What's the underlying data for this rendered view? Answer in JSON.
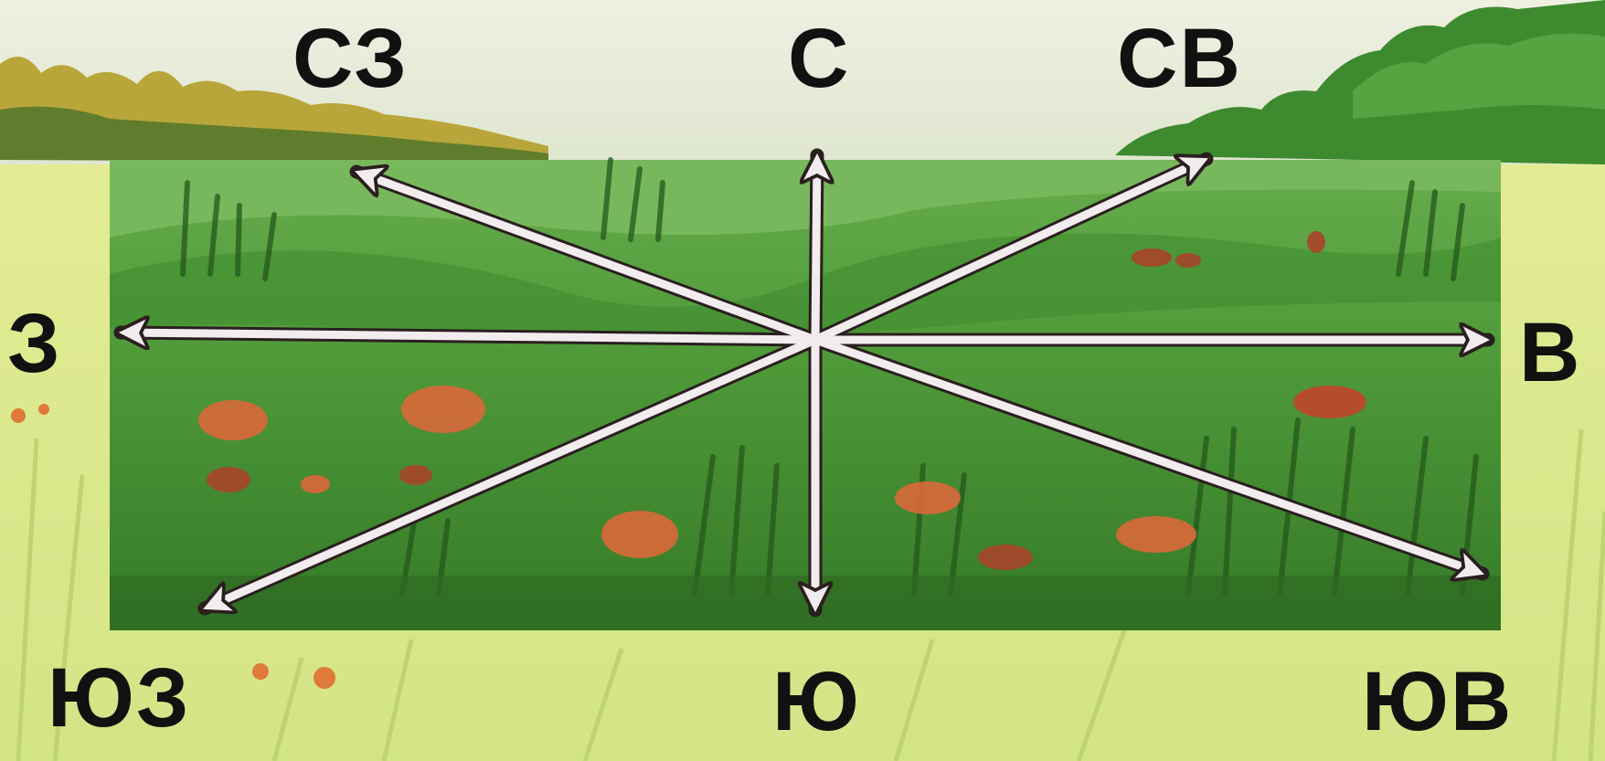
{
  "labels": {
    "north": "С",
    "northeast": "СВ",
    "east": "В",
    "southeast": "ЮВ",
    "south": "Ю",
    "southwest": "ЮЗ",
    "west": "З",
    "northwest": "СЗ"
  },
  "colors": {
    "sky": "#e9edd9",
    "meadow": "#4f9a3a",
    "meadow_dark": "#2f6b22",
    "grass_light": "#e6ee98",
    "arrow_fill": "#f3ecef",
    "arrow_outline": "#2a1f1f",
    "flowers": "#d9683a",
    "label_text": "#111111"
  }
}
